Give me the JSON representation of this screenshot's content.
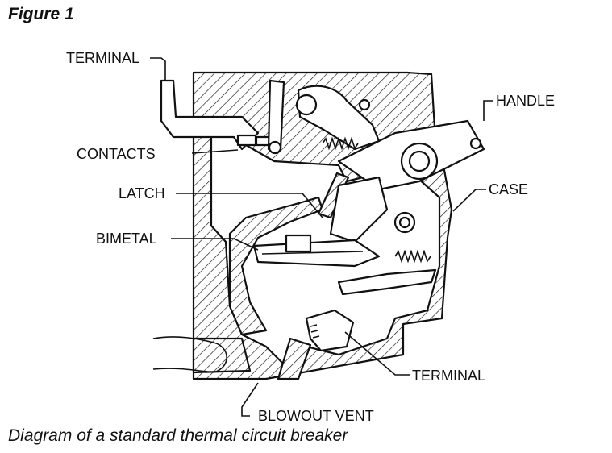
{
  "figure_title": "Figure 1",
  "caption": "Diagram of a standard thermal circuit breaker",
  "labels": {
    "terminal_top": "TERMINAL",
    "contacts": "CONTACTS",
    "latch": "LATCH",
    "bimetal": "BIMETAL",
    "handle": "HANDLE",
    "case": "CASE",
    "terminal_bottom": "TERMINAL",
    "blowout_vent": "BLOWOUT VENT"
  }
}
